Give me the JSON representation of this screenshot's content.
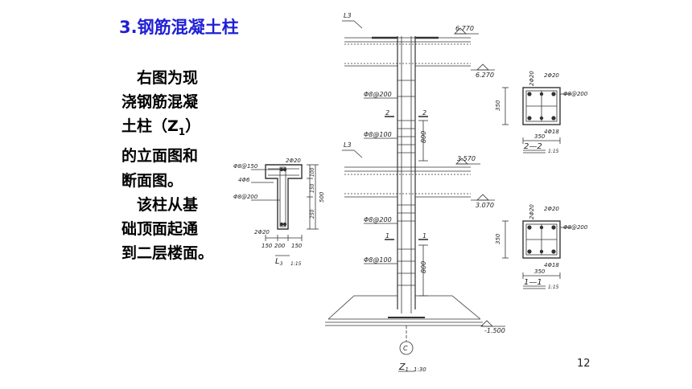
{
  "slide": {
    "title": "3.钢筋混凝土柱",
    "paragraph": [
      {
        "lead": "　",
        "text": "右图为现"
      },
      {
        "lead": "",
        "text": "浇钢筋混凝"
      },
      {
        "lead": "",
        "text": "土柱（Z",
        "sub": "1",
        "tail": "）"
      },
      {
        "lead": "",
        "text": "的立面图和"
      },
      {
        "lead": "",
        "text": "断面图。"
      },
      {
        "lead": "　",
        "text": "该柱从基"
      },
      {
        "lead": "",
        "text": "础顶面起通"
      },
      {
        "lead": "",
        "text": "到二层楼面。"
      }
    ],
    "page_number": "12"
  },
  "drawing": {
    "elevation": {
      "labels": {
        "beam_top": "L3",
        "beam_mid": "L3",
        "elev_top": "6.770",
        "elev_top2": "6.270",
        "elev_mid": "3.570",
        "elev_mid2": "3.070",
        "elev_bottom": "-1.500",
        "stirrup_1": "Φ8@200",
        "stirrup_2": "Φ8@100",
        "stirrup_3": "Φ8@200",
        "stirrup_4": "Φ8@100",
        "dim_800_top": "800",
        "dim_800_bottom": "800",
        "cut_2_left": "2",
        "cut_2_right": "2",
        "cut_1_left": "1",
        "cut_1_right": "1",
        "axis": "C",
        "caption": "Z",
        "caption_sub": "1",
        "caption_scale": "1:30"
      }
    },
    "section_2": {
      "rebar_top": "2Φ20",
      "rebar_right": "Φ8@200",
      "rebar_side": "2Φ20",
      "rebar_bottom": "4Φ18",
      "dim_h": "350",
      "dim_w": "350",
      "caption": "2—2",
      "scale": "1:15"
    },
    "section_1": {
      "rebar_top": "2Φ20",
      "rebar_right": "Φ8@200",
      "rebar_side": "2Φ20",
      "rebar_bottom": "4Φ18",
      "dim_h": "350",
      "dim_w": "350",
      "caption": "1—1",
      "scale": "1:15"
    },
    "beam_section": {
      "rebar_top": "2Φ20",
      "stirrup": "Φ8@150",
      "rebar_mid": "4Φ6",
      "stirrup_2": "Φ8@200",
      "rebar_bottom": "2Φ20",
      "dim_v1": "100",
      "dim_v2": "150",
      "dim_v3": "250",
      "dim_total": "500",
      "dim_h1": "150",
      "dim_h2": "200",
      "dim_h3": "150",
      "caption": "L",
      "caption_sub": "3",
      "scale": "1:15"
    }
  }
}
